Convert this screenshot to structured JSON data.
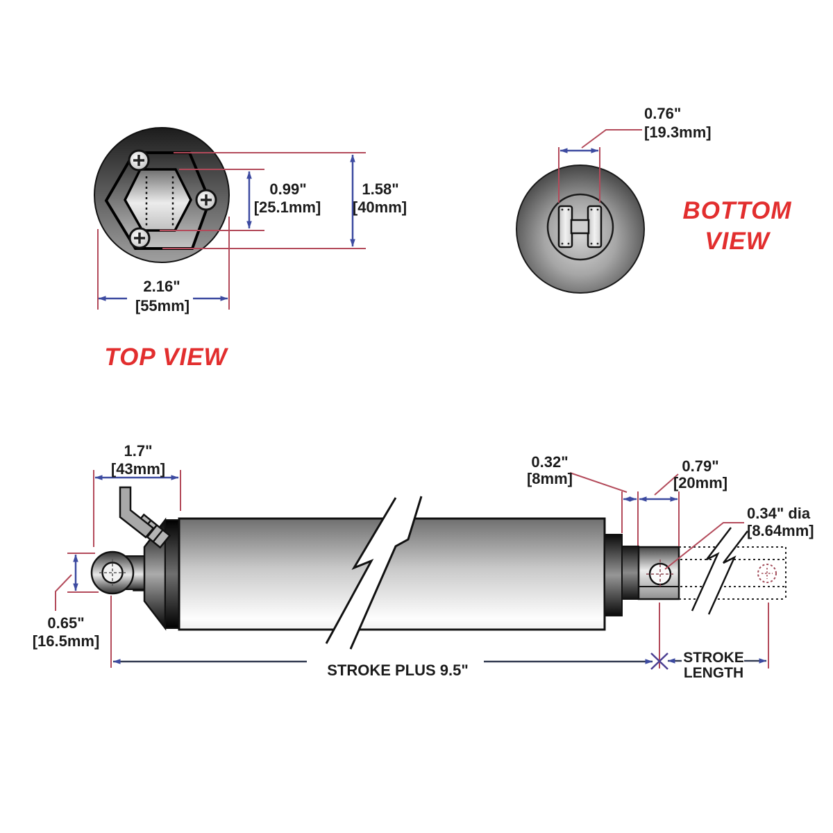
{
  "drawing": {
    "type": "linear-actuator-dimension-drawing",
    "views": {
      "top": {
        "label": "TOP VIEW",
        "hex_height": {
          "in": "0.99\"",
          "mm": "[25.1mm]"
        },
        "plate_height": {
          "in": "1.58\"",
          "mm": "[40mm]"
        },
        "diameter": {
          "in": "2.16\"",
          "mm": "[55mm]"
        }
      },
      "bottom": {
        "label_line1": "BOTTOM",
        "label_line2": "VIEW",
        "connector_width": {
          "in": "0.76\"",
          "mm": "[19.3mm]"
        }
      },
      "side": {
        "mount_length": {
          "in": "1.7\"",
          "mm": "[43mm]"
        },
        "eyelet_height": {
          "in": "0.65\"",
          "mm": "[16.5mm]"
        },
        "collar_width": {
          "in": "0.32\"",
          "mm": "[8mm]"
        },
        "rod_end_length": {
          "in": "0.79\"",
          "mm": "[20mm]"
        },
        "hole_diameter": {
          "in": "0.34\" dia",
          "mm": "[8.64mm]"
        },
        "body_length_label": "STROKE PLUS 9.5\"",
        "stroke_label_line1": "STROKE",
        "stroke_label_line2": "LENGTH"
      }
    },
    "colors": {
      "dimension_line_red": "#b34a5a",
      "arrow_blue": "#3c4aa0",
      "cross_marker_purple": "#4b3f92",
      "stroke_line_dark": "#333c52",
      "view_label_red": "#e22e2e",
      "text_black": "#1b1b1b"
    }
  }
}
